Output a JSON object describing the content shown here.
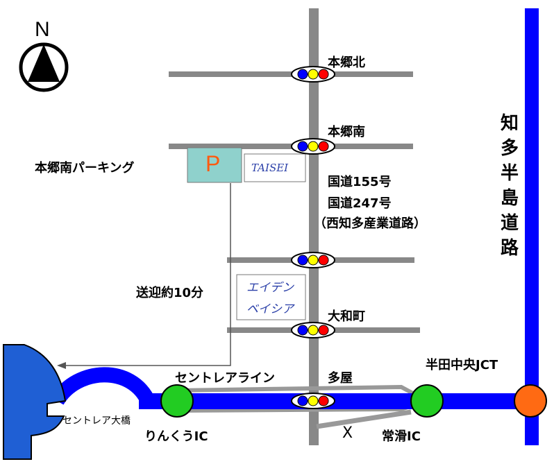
{
  "compass": {
    "north_label": "N"
  },
  "intersections": {
    "hongo_kita": "本郷北",
    "hongo_minami": "本郷南",
    "yamato": "大和町",
    "taya": "多屋",
    "rinku_ic": "りんくうIC",
    "tokoname_ic": "常滑IC",
    "handa_jct": "半田中央JCT"
  },
  "parking": {
    "name": "本郷南パーキング",
    "symbol": "P"
  },
  "stores": {
    "taisei": "TAISEI",
    "eiden_line1": "エイデン",
    "eiden_line2": "ベイシア"
  },
  "route": {
    "line1": "国道155号",
    "line2": "国道247号",
    "line3": "（西知多産業道路）"
  },
  "shuttle": "送迎約10分",
  "centrair_line": "セントレアライン",
  "bridge": "セントレア大橋",
  "chita_hanto_road": "知多半島道路",
  "x_mark": "X",
  "colors": {
    "expressway": "#0000ff",
    "road": "#888888",
    "ic_green": "#22cc22",
    "jct_orange": "#ff6a13",
    "airport": "#1f5fd4",
    "parking_fill": "#8fd1cc",
    "parking_symbol": "#ff5a10",
    "light_blue": "#0000ff",
    "light_yellow": "#ffff00",
    "light_red": "#ff0000"
  }
}
